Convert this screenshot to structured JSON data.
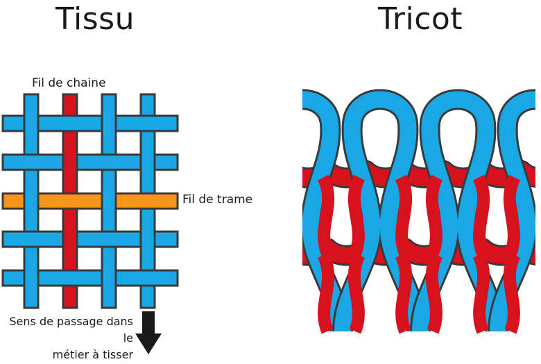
{
  "woven": {
    "title": "Tissu",
    "warp_label": "Fil de chaine",
    "weft_label": "Fil de trame",
    "direction_label_lines": [
      "Sens de passage dans le",
      "métier à tisser"
    ]
  },
  "knit": {
    "title": "Tricot"
  },
  "colors": {
    "blue": "#1aa7e6",
    "red": "#d7121e",
    "orange": "#f7941d",
    "outline": "#3a3a3a",
    "arrow": "#1a1a1a"
  },
  "icons": {
    "direction": "arrow-down-icon"
  }
}
